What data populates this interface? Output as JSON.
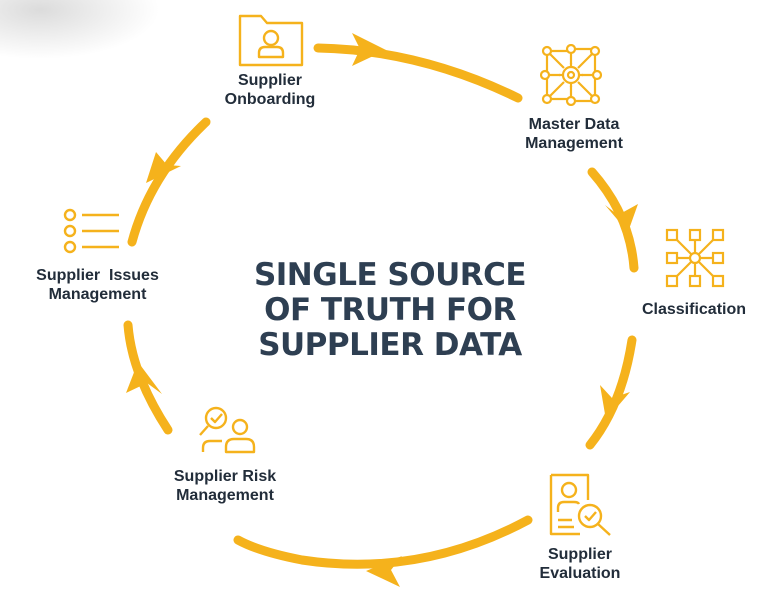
{
  "diagram": {
    "center_title": [
      "SINGLE SOURCE",
      "OF TRUTH FOR",
      "SUPPLIER DATA"
    ],
    "accent_color": "#f5b21c",
    "text_color": "#222d3a",
    "stages": [
      {
        "label_lines": [
          "Supplier",
          "Onboarding"
        ],
        "icon": "folder-user-icon"
      },
      {
        "label_lines": [
          "Master Data",
          "Management"
        ],
        "icon": "network-gear-icon"
      },
      {
        "label_lines": [
          "Classification"
        ],
        "icon": "hierarchy-network-icon"
      },
      {
        "label_lines": [
          "Supplier",
          "Evaluation"
        ],
        "icon": "document-user-search-icon"
      },
      {
        "label_lines": [
          "Supplier Risk",
          "Management"
        ],
        "icon": "users-search-icon"
      },
      {
        "label_lines": [
          "Supplier  Issues",
          "Management"
        ],
        "icon": "list-icon"
      }
    ]
  }
}
